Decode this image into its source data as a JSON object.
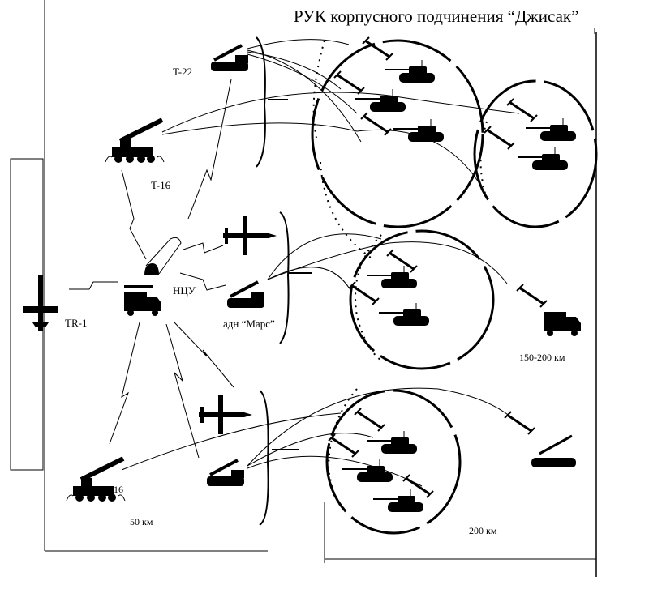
{
  "title": "РУК  корпусного подчинения “Джисак”",
  "labels": {
    "t22": "T-22",
    "t16": "T-16",
    "t16_bottom": "16",
    "tr1": "TR-1",
    "ncu": "НЦУ",
    "mars": "адн “Марс”",
    "range_150_200": "150-200 км",
    "range_50": "50 км",
    "range_200": "200 км"
  }
}
